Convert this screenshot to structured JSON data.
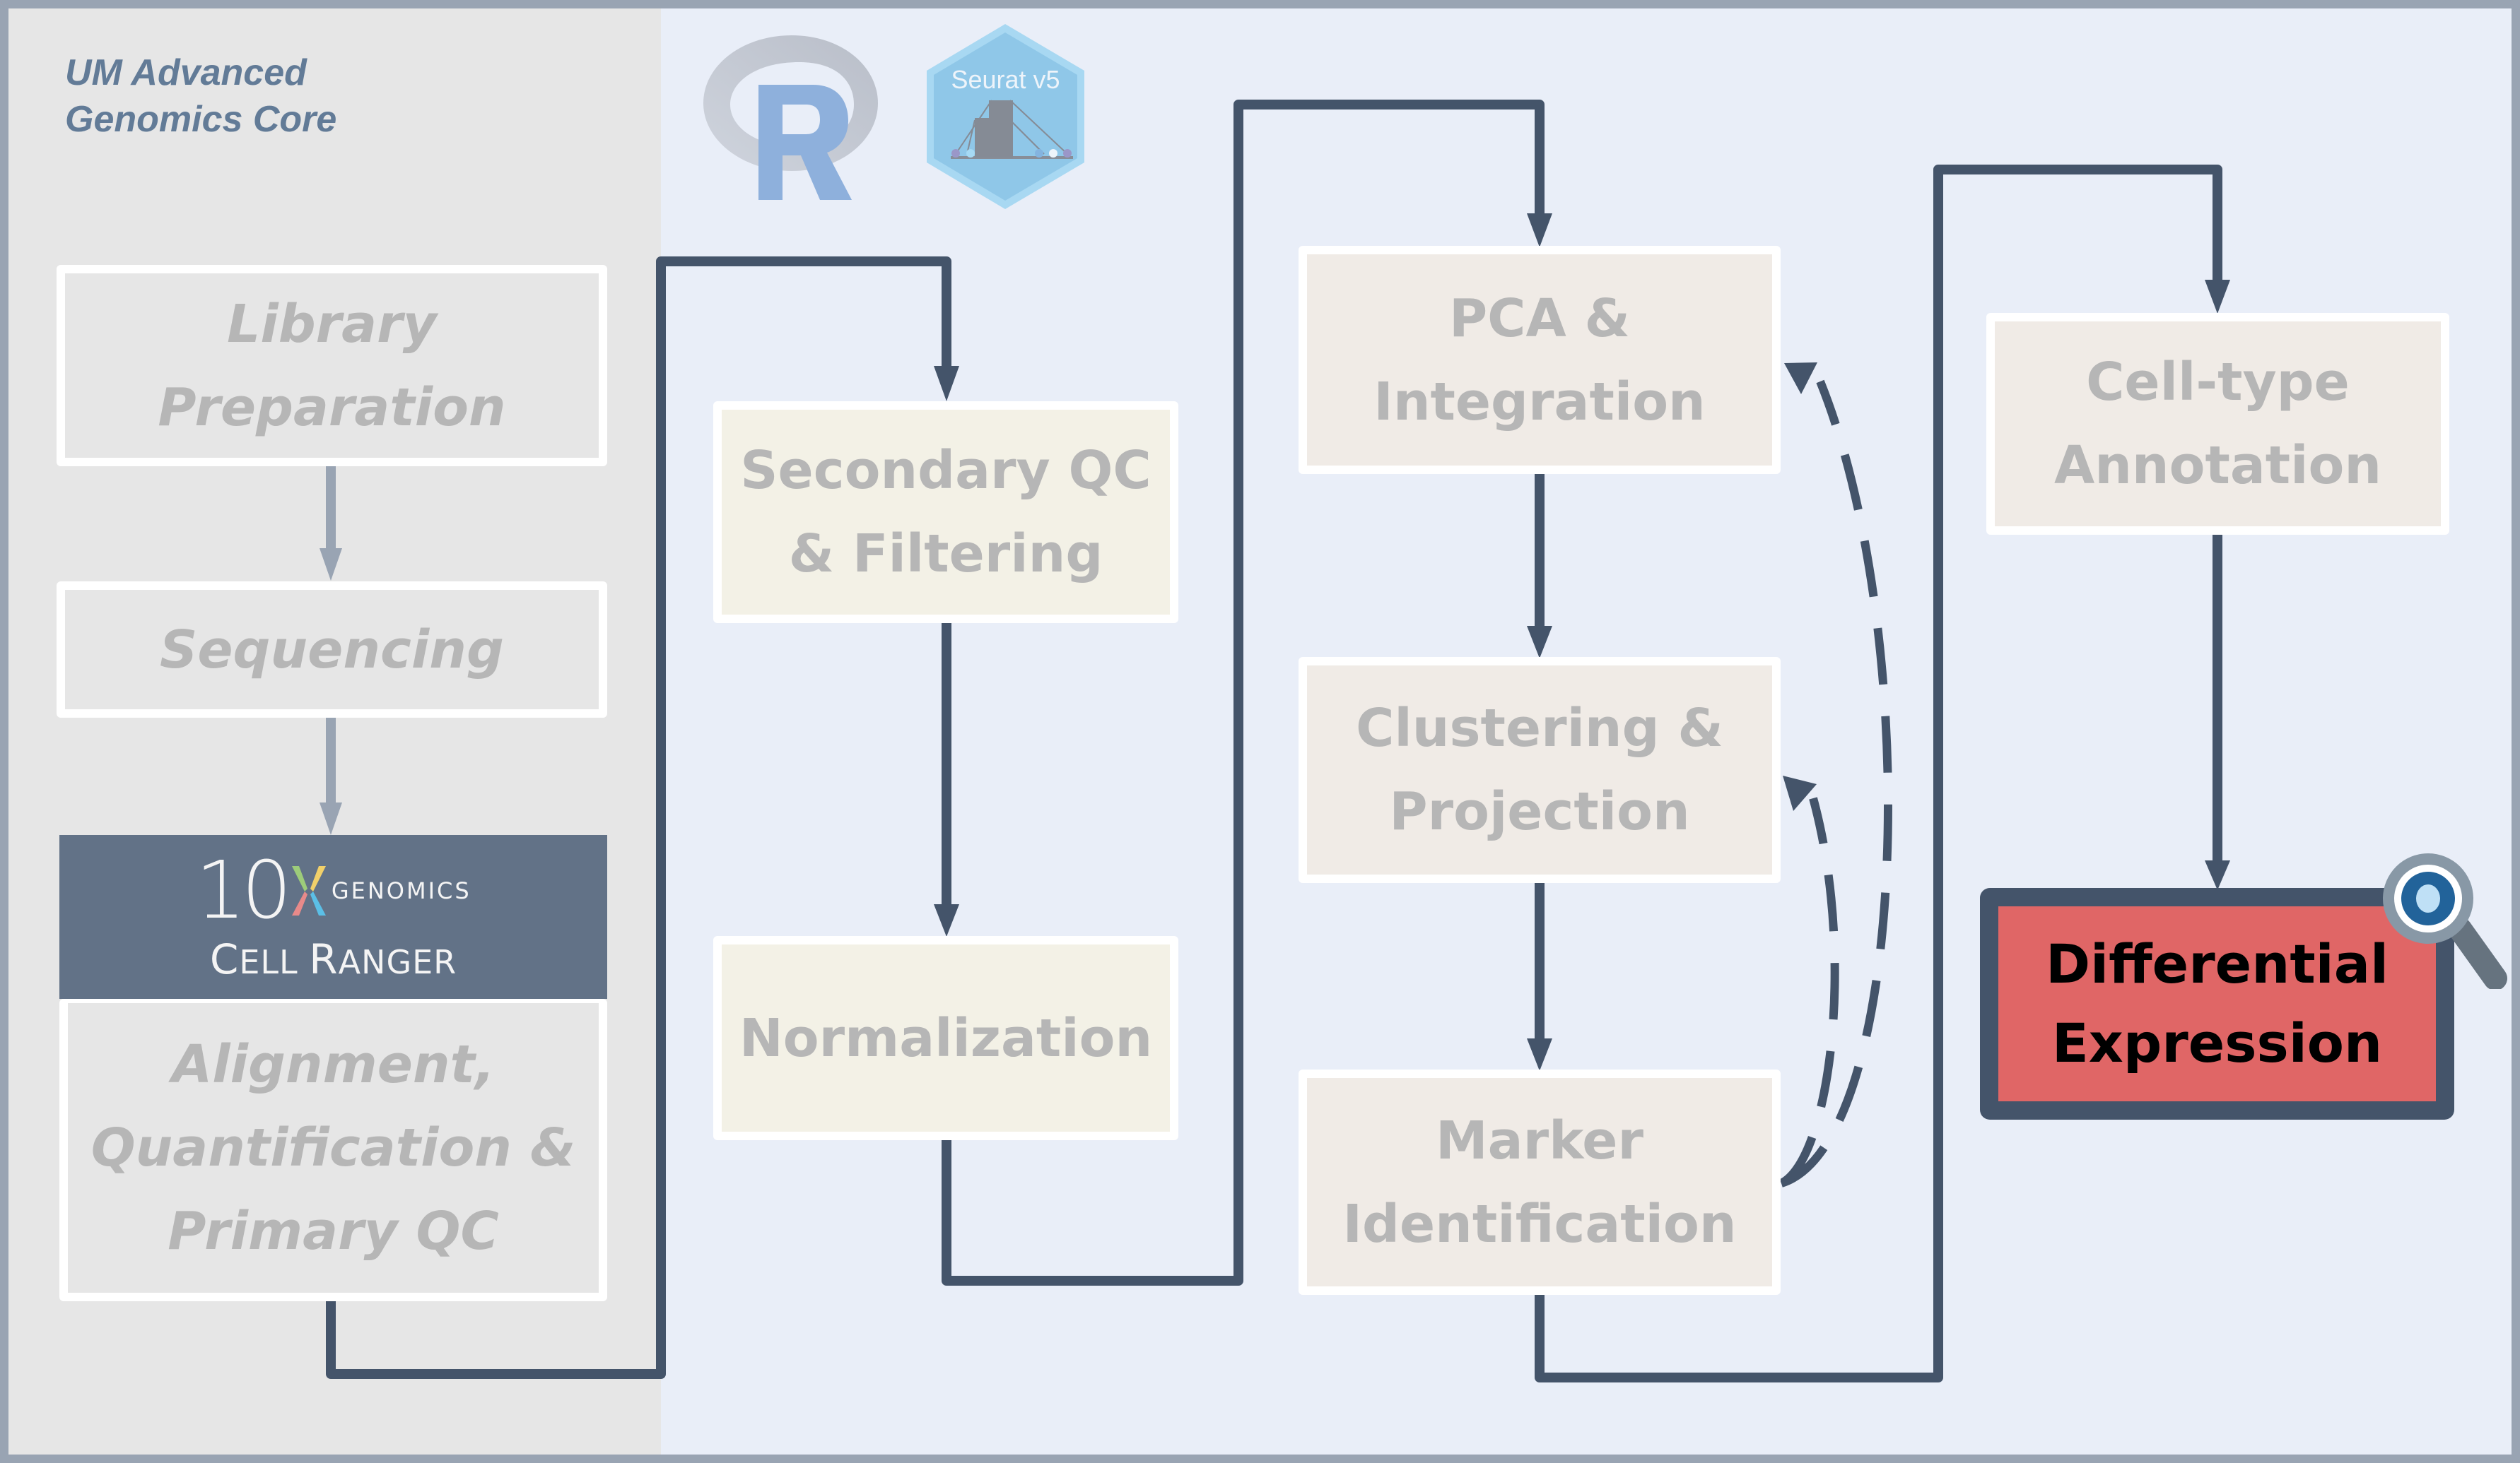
{
  "organization": {
    "title_line1": "UM Advanced",
    "title_line2": "Genomics Core"
  },
  "logos": {
    "r": {
      "name": "R",
      "icon": "r-logo-icon"
    },
    "seurat": {
      "name": "Seurat v5",
      "icon": "seurat-hex-icon"
    },
    "tenx": {
      "number": "10",
      "word": "GENOMICS",
      "product_first": "C",
      "product_rest1": "ELL ",
      "product_first2": "R",
      "product_rest2": "ANGER",
      "product_full": "Cell Ranger"
    }
  },
  "colors": {
    "frame": "#99a4b3",
    "left_panel": "#e6e6e6",
    "right_panel": "#e9eef8",
    "arrow_dark": "#44546a",
    "arrow_light": "#99a4b3",
    "highlight": "#e06666",
    "tenx_header": "#627287"
  },
  "pipeline": {
    "upstream": [
      {
        "id": "library-preparation",
        "label": "Library\nPreparation"
      },
      {
        "id": "sequencing",
        "label": "Sequencing"
      },
      {
        "id": "alignment",
        "label": "Alignment,\nQuantification &\nPrimary QC"
      }
    ],
    "preprocessing": [
      {
        "id": "secondary-qc",
        "label": "Secondary QC\n& Filtering"
      },
      {
        "id": "normalization",
        "label": "Normalization"
      }
    ],
    "analysis": [
      {
        "id": "pca-integration",
        "label": "PCA &\nIntegration"
      },
      {
        "id": "clustering-projection",
        "label": "Clustering &\nProjection"
      },
      {
        "id": "marker-identification",
        "label": "Marker\nIdentification"
      }
    ],
    "downstream": [
      {
        "id": "cell-type-annotation",
        "label": "Cell-type\nAnnotation"
      },
      {
        "id": "differential-expression",
        "label": "Differential\nExpression",
        "highlighted": true,
        "icon": "magnifier-icon"
      }
    ]
  },
  "edges": [
    {
      "from": "library-preparation",
      "to": "sequencing",
      "style": "solid"
    },
    {
      "from": "sequencing",
      "to": "alignment",
      "style": "solid"
    },
    {
      "from": "alignment",
      "to": "secondary-qc",
      "style": "solid"
    },
    {
      "from": "secondary-qc",
      "to": "normalization",
      "style": "solid"
    },
    {
      "from": "normalization",
      "to": "pca-integration",
      "style": "solid"
    },
    {
      "from": "pca-integration",
      "to": "clustering-projection",
      "style": "solid"
    },
    {
      "from": "clustering-projection",
      "to": "marker-identification",
      "style": "solid"
    },
    {
      "from": "marker-identification",
      "to": "pca-integration",
      "style": "dashed"
    },
    {
      "from": "marker-identification",
      "to": "clustering-projection",
      "style": "dashed"
    },
    {
      "from": "marker-identification",
      "to": "cell-type-annotation",
      "style": "solid"
    },
    {
      "from": "cell-type-annotation",
      "to": "differential-expression",
      "style": "solid"
    }
  ]
}
